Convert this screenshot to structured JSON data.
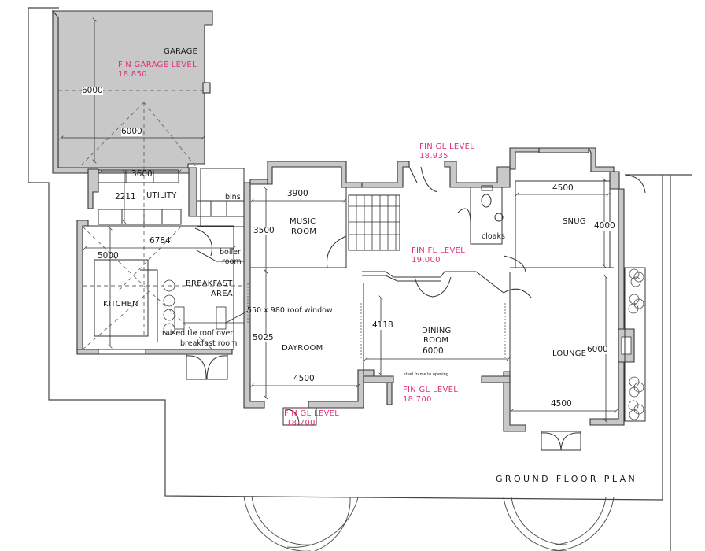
{
  "drawing": {
    "title": "GROUND FLOOR PLAN",
    "colors": {
      "wall_fill": "#c8c8c8",
      "line": "#333333",
      "level_text": "#e0307a"
    }
  },
  "rooms": {
    "garage": "GARAGE",
    "utility": "UTILITY",
    "bins": "bins",
    "boiler_line1": "boiler",
    "boiler_line2": "room",
    "kitchen": "KITCHEN",
    "breakfast_line1": "BREAKFAST",
    "breakfast_line2": "AREA",
    "music_line1": "MUSIC",
    "music_line2": "ROOM",
    "dayroom": "DAYROOM",
    "dining_line1": "DINING",
    "dining_line2": "ROOM",
    "cloaks": "cloaks",
    "snug": "SNUG",
    "lounge": "LOUNGE"
  },
  "dimensions": {
    "garage_depth": "6000",
    "garage_width": "6000",
    "utility_width": "3600",
    "utility_depth": "2211",
    "kitchen_length": "6784",
    "kitchen_width": "5000",
    "music_width": "3900",
    "music_depth": "3500",
    "dayroom_depth": "5025",
    "dayroom_width": "4500",
    "dining_depth": "4118",
    "dining_width": "6000",
    "snug_width": "4500",
    "snug_depth": "4000",
    "lounge_depth": "6000",
    "lounge_width": "4500"
  },
  "levels": {
    "garage_line1": "FIN GARAGE LEVEL",
    "garage_line2": "18.850",
    "entrance_line1": "FIN GL LEVEL",
    "entrance_line2": "18.935",
    "hall_line1": "FIN FL LEVEL",
    "hall_line2": "19.000",
    "dining_line1": "FIN GL LEVEL",
    "dining_line2": "18.700",
    "dayroom_line1": "FIN GL LEVEL",
    "dayroom_line2": "18.700"
  },
  "notes": {
    "roof_window": "550 x 980 roof window",
    "tie_roof_line1": "raised tie roof over",
    "tie_roof_line2": "breakfast room",
    "dining_beam": "steel frame to opening"
  }
}
